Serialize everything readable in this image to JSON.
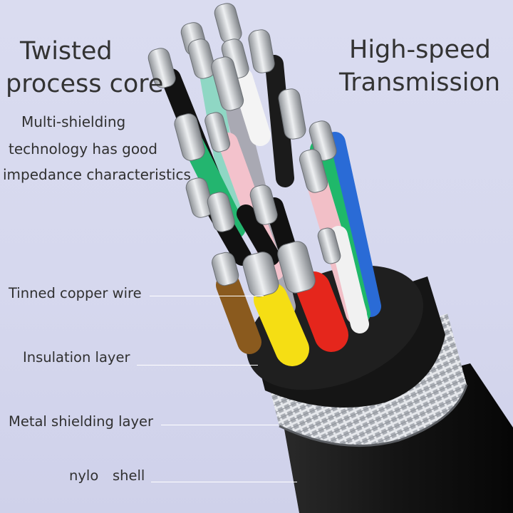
{
  "headings": {
    "left_line1": "Twisted",
    "left_line2": "process core",
    "right_line1": "High-speed",
    "right_line2": "Transmission"
  },
  "description": {
    "line1": "Multi-shielding",
    "line2": "technology has good",
    "line3": "impedance characteristics"
  },
  "callouts": {
    "copper": "Tinned copper wire",
    "insulation": "Insulation layer",
    "shielding": "Metal shielding layer",
    "shell_a": "nylo",
    "shell_b": "shell"
  },
  "colors": {
    "background": "#d8daef",
    "jacket": "#141414",
    "braid": "#bfc2c8",
    "copper": "#c8cbcf",
    "leader_lines": "#ffffff"
  },
  "wire_colors": [
    "black",
    "mint",
    "white",
    "green",
    "pink",
    "grey",
    "blue",
    "brown",
    "yellow",
    "red",
    "white",
    "green",
    "pink"
  ]
}
